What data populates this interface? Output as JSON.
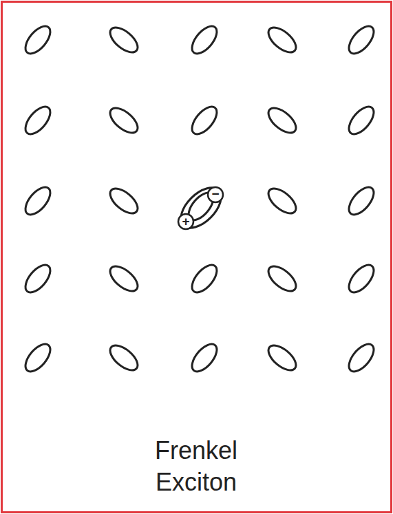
{
  "diagram": {
    "caption": "Frenkel Exciton",
    "labels": [
      "+",
      "−"
    ]
  }
}
